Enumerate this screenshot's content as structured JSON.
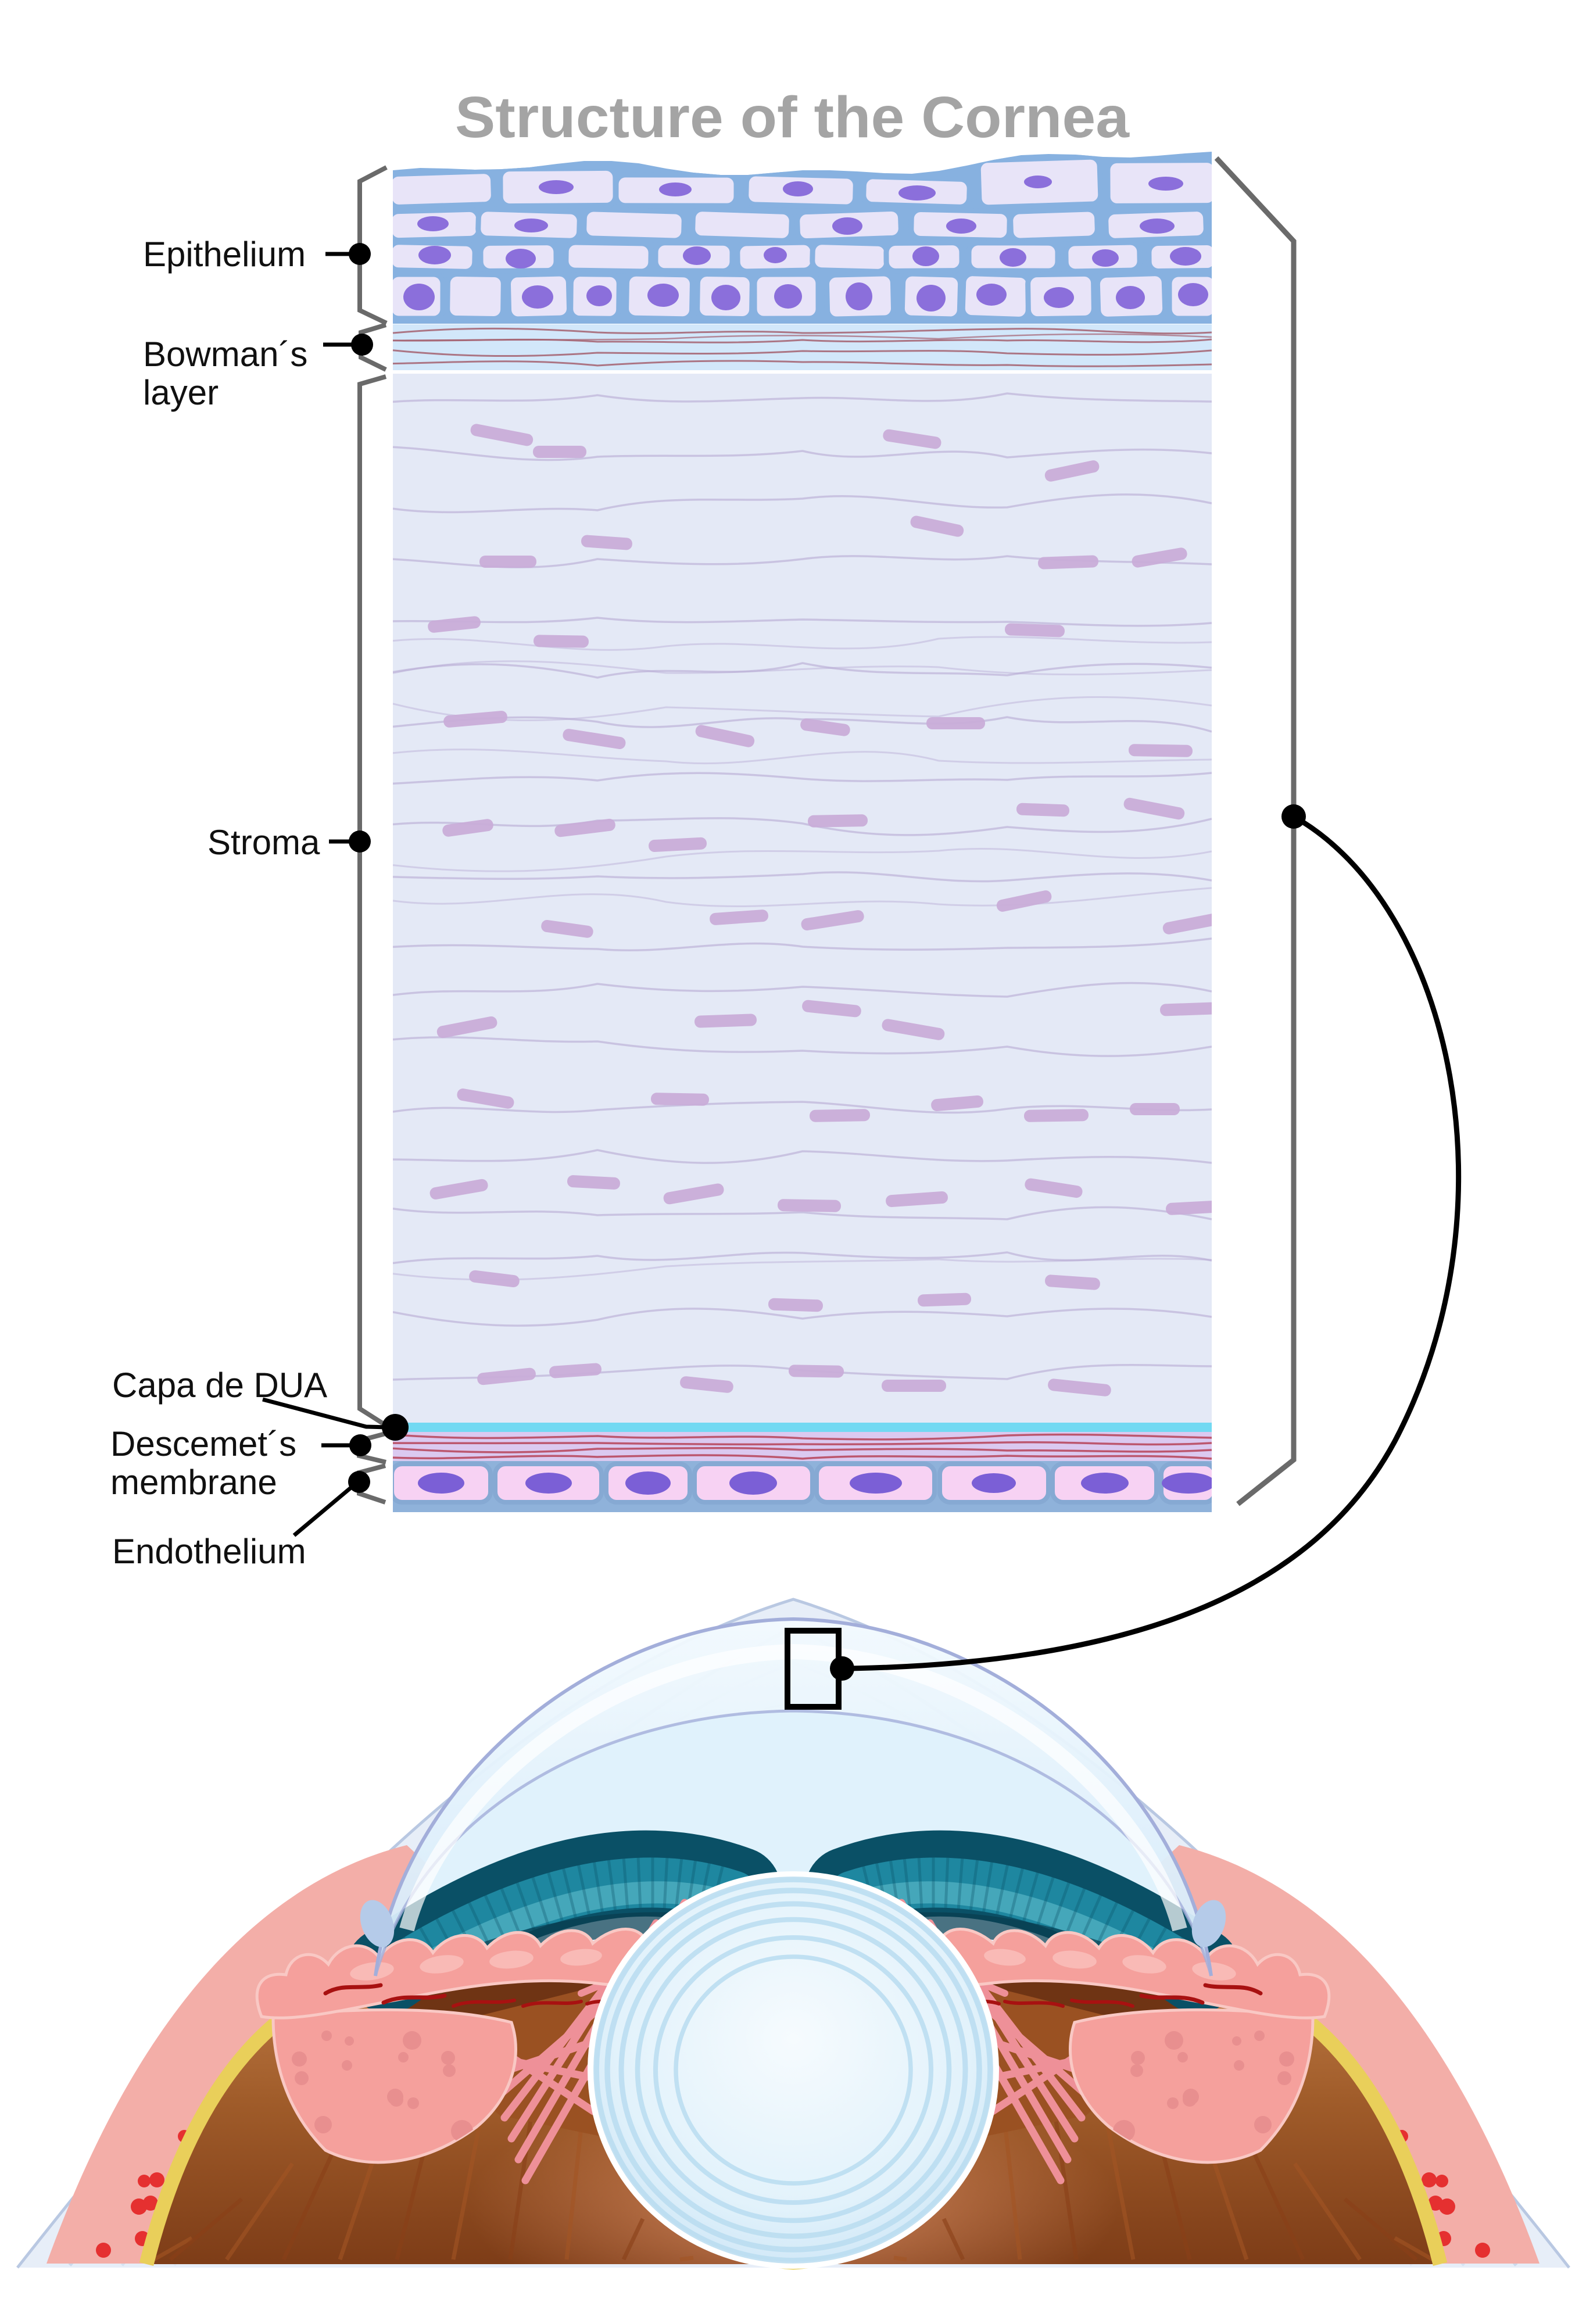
{
  "title": "Structure of the Cornea",
  "panel": {
    "labels": {
      "epithelium": "Epithelium",
      "bowmans_1": "Bowman´s",
      "bowmans_2": "layer",
      "stroma": "Stroma",
      "dua": "Capa de DUA",
      "descemets_1": "Descemet´s",
      "descemets_2": "membrane",
      "endothelium": "Endothelium"
    }
  },
  "colors": {
    "title_gray": "#a4a4a4",
    "label_black": "#101010",
    "cell_border": "#87b1e0",
    "cell_fill": "#e8e4f8",
    "nucleus": "#8b6fdb",
    "bowman_bg": "#d2e7fa",
    "bowman_fiber": "#a4606f",
    "stroma_bg": "#e4e9f6",
    "stroma_fiber": "#b7aad4",
    "keratocyte": "#c9add8",
    "dua_cyan": "#72d9f2",
    "descemet_bg": "#dbc9f0",
    "descemet_fiber": "#b84a60",
    "endo_bg": "#8fb2da",
    "endo_cell": "#f7d2f3",
    "endo_border": "#86a9d3",
    "endo_nucleus": "#7b5fd6",
    "bracket_gray": "#6a6a6a",
    "leader_black": "#000000",
    "sclera": "#e7eef8",
    "sclera_edge": "#b9c8e2",
    "cornea_fill": "#eff8fe",
    "cornea_edge": "#a3aeda",
    "chamber": "#e0f2fc",
    "iris_dark": "#0a5066",
    "iris_mid": "#1e87a0",
    "iris_light": "#49abbc",
    "ciliary": "#f5a09c",
    "ciliary_edge": "#f9c8c4",
    "ciliary_oval": "#f9bab6",
    "ciliary_red": "#e51616",
    "ciliary_squiggle": "#a81111",
    "zonule": "#ee9098",
    "lens_ring": "#b9dcf0",
    "muscle": "#ee5a49",
    "muscle_stripe": "#c81d1d",
    "pink_band": "#f3aea8",
    "dot_teal": "#2f9cc2",
    "dot_red": "#e53030",
    "pink_dot": "#e88f8f",
    "brown_light": "#c07c46",
    "brown_dark": "#7d3c17",
    "brown_stripe": "#8a4018",
    "dark_brown": "#6f3414",
    "mid_brown": "#9a5122",
    "yellow": "#e9cf5a",
    "glow": "#f2a47c"
  }
}
